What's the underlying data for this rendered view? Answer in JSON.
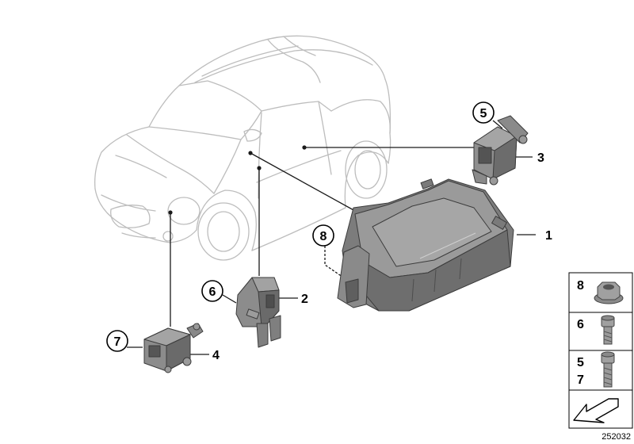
{
  "callouts": {
    "item_1": "1",
    "item_2": "2",
    "item_3": "3",
    "item_4": "4",
    "item_5": "5",
    "item_6": "6",
    "item_7": "7",
    "item_8": "8"
  },
  "legend": {
    "rows": [
      {
        "labels": [
          "8"
        ],
        "icon": "flange-nut-icon"
      },
      {
        "labels": [
          "6"
        ],
        "icon": "hex-socket-bolt-short-icon"
      },
      {
        "labels": [
          "5",
          "7"
        ],
        "icon": "hex-socket-bolt-long-icon"
      },
      {
        "labels": [],
        "icon": "direction-arrow-icon"
      }
    ]
  },
  "diagram_number": "252032",
  "colors": {
    "car_outline": "#bdbdbd",
    "part_fill": "#8e8e8e",
    "part_dark": "#6b6b6b",
    "leader": "#1a1a1a"
  }
}
